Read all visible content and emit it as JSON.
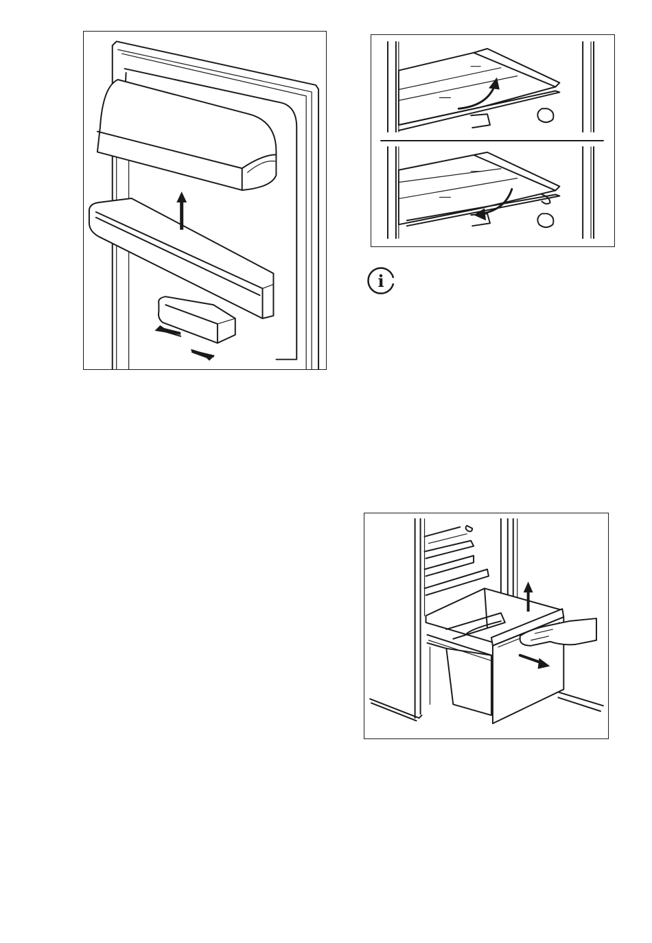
{
  "page": {
    "background": "#ffffff",
    "line_color": "#1a1a1a"
  },
  "figures": [
    {
      "id": "door-shelf-figure",
      "icon": "door-balcony-illustration"
    },
    {
      "id": "shelf-position-figure",
      "icon": "shelf-tilt-illustration"
    },
    {
      "id": "drawer-removal-figure",
      "icon": "drawer-pull-illustration"
    }
  ],
  "info": {
    "icon": "info-icon",
    "glyph": "i"
  }
}
